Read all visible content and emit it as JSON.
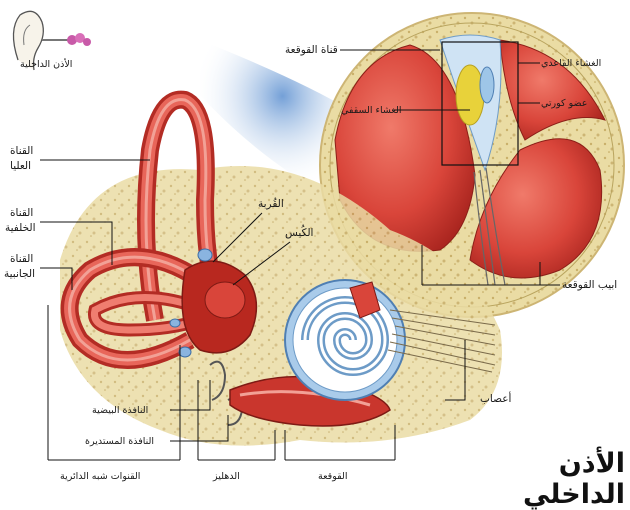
{
  "title": "الأذن الداخلي",
  "inset_caption": "الأذن الداخلية",
  "labels": {
    "cochlear_duct": "قناة القوقعة",
    "tectorial_membrane": "الغشاء القاعدي",
    "organ_of_corti": "عضو كورتي",
    "roof_membrane": "الغشاء السقفي",
    "cochlea_tubes": "ابيب القوقعة",
    "superior_canal_line1": "القناة",
    "superior_canal_line2": "العليا",
    "posterior_canal_line1": "القناة",
    "posterior_canal_line2": "الخلفية",
    "lateral_canal_line1": "القناة",
    "lateral_canal_line2": "الجانبية",
    "utricle": "القُربة",
    "saccule": "الكُيس",
    "oval_window": "النافذة البيضية",
    "round_window": "النافذة المستديرة",
    "nerves": "أعصاب",
    "semicircular_canals": "القنوات شبه الدائرية",
    "vestibule": "الدهليز",
    "cochlea": "القوقعة"
  },
  "colors": {
    "red": "#d9453a",
    "dark_red": "#a8241e",
    "bone": "#e9d9a0",
    "blue": "#9ec6e8",
    "yellow": "#e8d23a"
  }
}
